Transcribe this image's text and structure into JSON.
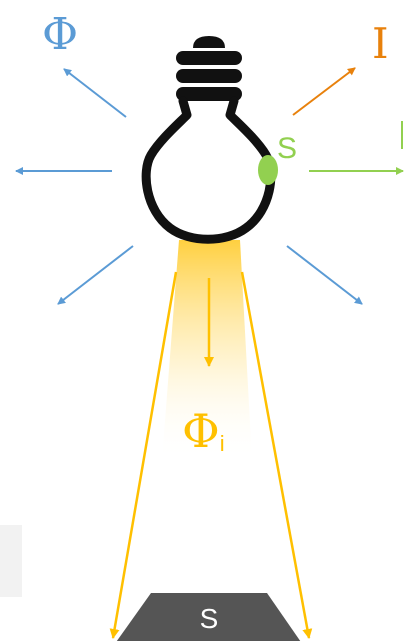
{
  "labels": {
    "total_flux": "Φ",
    "intensity": "I",
    "source_point": "S",
    "partial_flux": "Φ",
    "partial_flux_sub": "i",
    "surface": "S"
  },
  "colors": {
    "blue": "#5b9bd5",
    "orange": "#e8810c",
    "green": "#92d050",
    "yellow": "#ffc000",
    "bulb": "#111111",
    "surface": "#555555",
    "panel": "#f2f2f2"
  },
  "icons": {
    "bulb": "light-bulb-icon"
  }
}
